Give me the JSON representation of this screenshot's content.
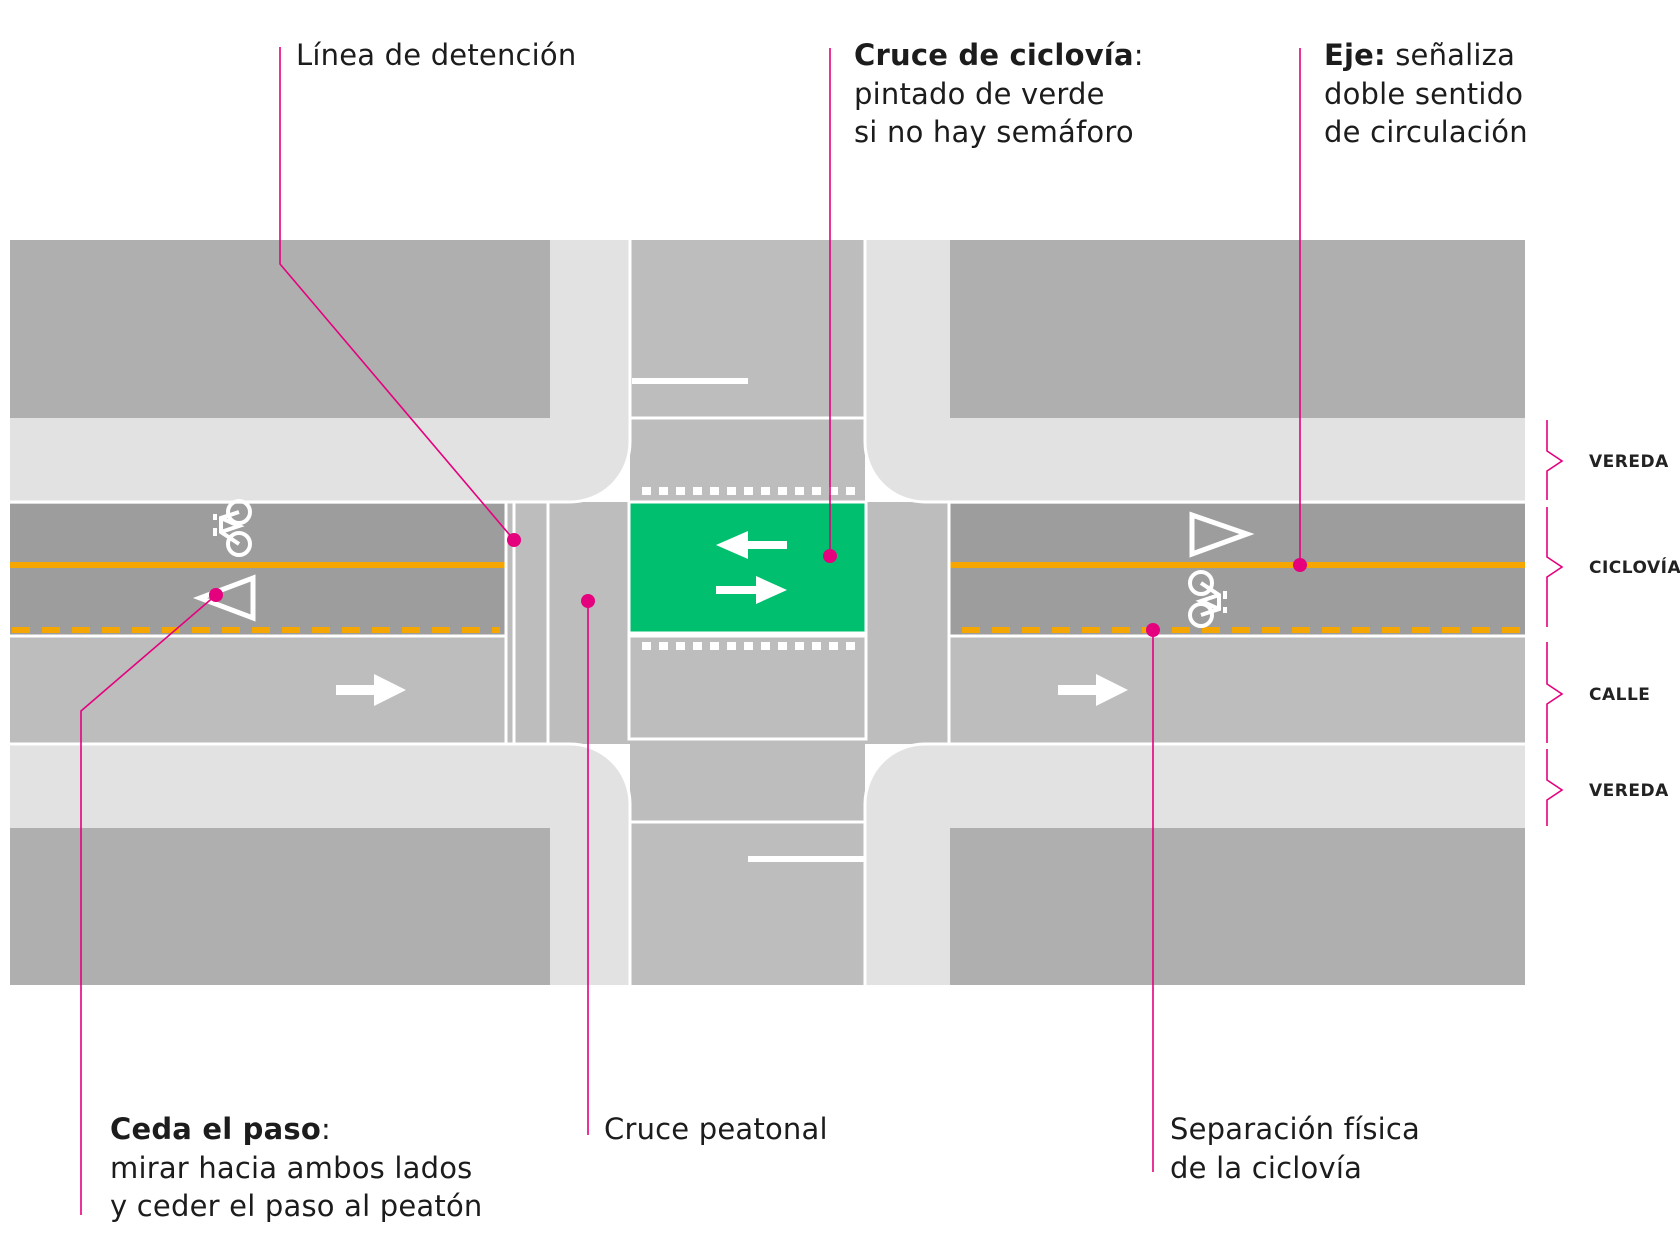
{
  "callouts": {
    "stop_line": {
      "text": "Línea de detención"
    },
    "bike_crossing": {
      "title": "Cruce de ciclovía",
      "colon": ":",
      "line1": "pintado de verde",
      "line2": "si no hay semáforo"
    },
    "axis": {
      "title": "Eje:",
      "line0": " señaliza",
      "line1": "doble sentido",
      "line2": "de circulación"
    },
    "yield": {
      "title": "Ceda el paso",
      "colon": ":",
      "line1": "mirar hacia ambos lados",
      "line2": "y ceder el paso al peatón"
    },
    "crosswalk": {
      "text": "Cruce peatonal"
    },
    "separation": {
      "line1": "Separación física",
      "line2": "de la ciclovía"
    }
  },
  "zones": {
    "sidewalk_top": "VEREDA",
    "bike_lane": "CICLOVÍA",
    "street": "CALLE",
    "sidewalk_bottom": "VEREDA"
  },
  "colors": {
    "background": "#ffffff",
    "block": "#afafaf",
    "sidewalk": "#e2e2e2",
    "road": "#bdbdbd",
    "bike_lane": "#9d9d9d",
    "green_box": "#00c06f",
    "axis_line": "#f6a600",
    "leader": "#e5007e",
    "marking": "#ffffff",
    "text": "#1c1c1c"
  },
  "icons": [
    "bicycle-icon",
    "yield-triangle-icon",
    "arrow-icon"
  ]
}
